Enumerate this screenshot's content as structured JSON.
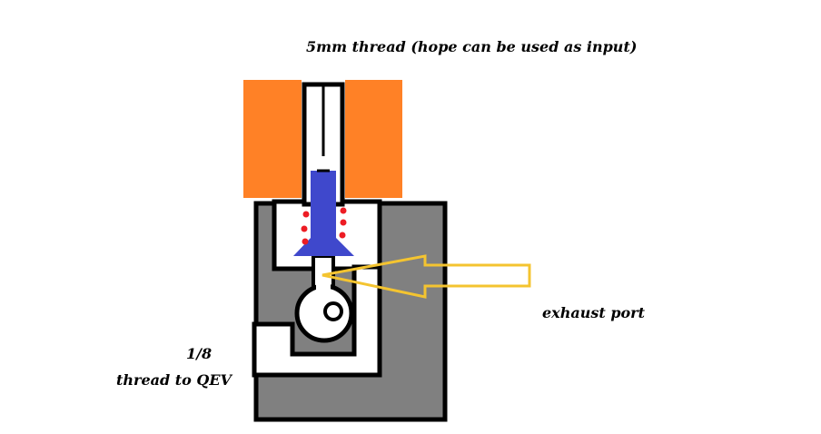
{
  "labels": {
    "input": "5mm thread  (hope can be used as input)",
    "exhaust": "exhaust port",
    "qev_size": "1/8",
    "qev": "thread to QEV"
  },
  "colors": {
    "orange": "#ff8126",
    "gray": "#808080",
    "blue": "#3f48cc",
    "yellow": "#f4c430",
    "red": "#ed1c24"
  }
}
